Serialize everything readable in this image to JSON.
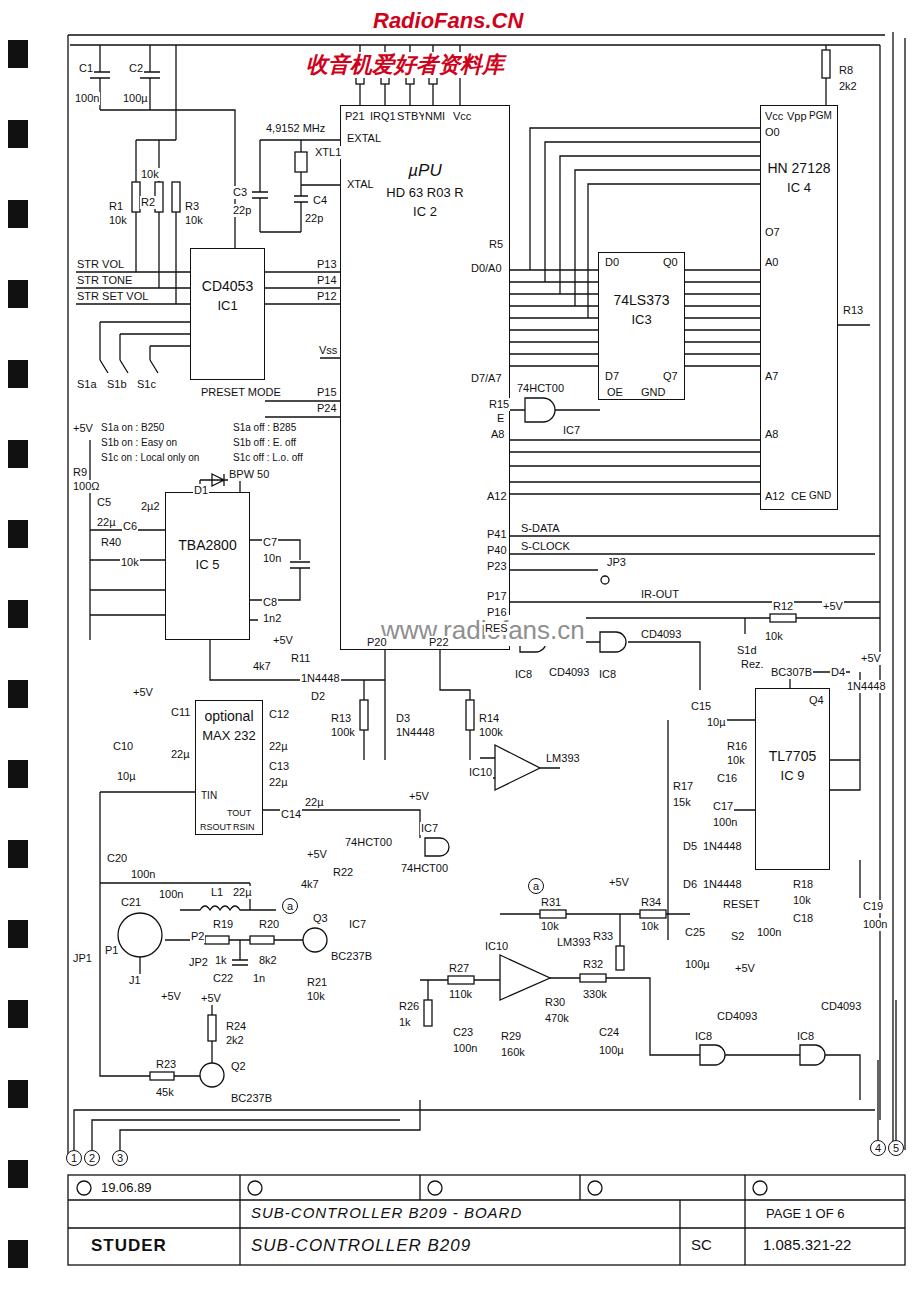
{
  "diagram": {
    "nodes": [
      {
        "text": [
          "µPU",
          "HD 63 R03 R",
          "IC 2"
        ]
      },
      {
        "text": [
          "CD4053",
          "IC1"
        ]
      },
      {
        "text": [
          "74LS373",
          "IC3"
        ]
      },
      {
        "text": [
          "HN 27128",
          "IC 4"
        ]
      },
      {
        "text": [
          "TBA2800",
          "IC 5"
        ]
      },
      {
        "text": [
          "optional",
          "MAX 232"
        ]
      },
      {
        "text": [
          "TL7705",
          "IC 9"
        ]
      }
    ],
    "edges": [
      {
        "from": 1,
        "to": 0,
        "arrow": "none"
      },
      {
        "from": 0,
        "to": 2,
        "arrow": "none"
      },
      {
        "from": 2,
        "to": 3,
        "arrow": "none"
      },
      {
        "from": 0,
        "to": 3,
        "arrow": "none"
      }
    ],
    "labels": [
      "RadioFans.CN",
      "收音机爱好者资料库",
      "www.radiofans.cn",
      "C1",
      "100n",
      "C2",
      "100µ",
      "4,9152 MHz",
      "XTL1",
      "C3",
      "22p",
      "C4",
      "22p",
      "EXTAL",
      "XTAL",
      "P21",
      "IRQ1",
      "STBY",
      "NMI",
      "Vcc",
      "R1",
      "10k",
      "R2",
      "10k",
      "R3",
      "10k",
      "STR VOL",
      "STR TONE",
      "STR SET VOL",
      "P13",
      "P14",
      "P12",
      "Vss",
      "S1a",
      "S1b",
      "S1c",
      "PRESET MODE",
      "P15",
      "P24",
      "+5V",
      "S1a on : B250",
      "S1b on : Easy on",
      "S1c on : Local only on",
      "S1a off : B285",
      "S1b off : E. off",
      "S1c off : L.o. off",
      "BPW 50",
      "D1",
      "R9",
      "100Ω",
      "C5",
      "22µ",
      "C6",
      "2µ2",
      "R40",
      "10k",
      "C7",
      "10n",
      "C8",
      "1n2",
      "+5V",
      "R11",
      "4k7",
      "1N4448",
      "D2",
      "P20",
      "P22",
      "R13",
      "100k",
      "D3",
      "1N4448",
      "R14",
      "100k",
      "R5",
      "D0/A0",
      "D7/A7",
      "R15",
      "E",
      "A8",
      "A12",
      "P41",
      "P40",
      "P23",
      "P17",
      "P16",
      "RES",
      "S-DATA",
      "S-CLOCK",
      "JP3",
      "IR-OUT",
      "74HCT00",
      "IC7",
      "D0",
      "D7",
      "Q0",
      "Q7",
      "OE",
      "GND",
      "R8",
      "2k2",
      "Vcc",
      "Vpp",
      "PGM",
      "O0",
      "O7",
      "A0",
      "A7",
      "A8",
      "A12",
      "CE",
      "GND",
      "R13",
      "IC8",
      "CD4093",
      "IC8",
      "CD4093",
      "R12",
      "10k",
      "+5V",
      "S1d",
      "Rez.",
      "BC307B",
      "Q4",
      "D4",
      "1N4448",
      "+5V",
      "C15",
      "10µ",
      "R16",
      "10k",
      "C16",
      "C17",
      "100n",
      "R17",
      "15k",
      "D5",
      "1N4448",
      "D6",
      "1N4448",
      "RESET",
      "S2",
      "R18",
      "10k",
      "C18",
      "100n",
      "C19",
      "100n",
      "C11",
      "22µ",
      "+5V",
      "C12",
      "22µ",
      "C13",
      "22µ",
      "C10",
      "10µ",
      "TIN",
      "TOUT",
      "RSOUT",
      "RSIN",
      "C14",
      "22µ",
      "IC10",
      "LM393",
      "+5V",
      "IC7",
      "74HCT00",
      "C20",
      "100n",
      "C21",
      "100n",
      "L1",
      "22µ",
      "P1",
      "P2",
      "JP1",
      "J1",
      "JP2",
      "+5V",
      "R19",
      "1k",
      "R20",
      "8k2",
      "C22",
      "1n",
      "R21",
      "10k",
      "Q3",
      "BC237B",
      "+5V",
      "R22",
      "4k7",
      "IC7",
      "74HCT00",
      "+5V",
      "R24",
      "2k2",
      "R23",
      "45k",
      "Q2",
      "BC237B",
      "a",
      "R31",
      "10k",
      "+5V",
      "R33",
      "R34",
      "10k",
      "a",
      "R32",
      "330k",
      "R27",
      "110k",
      "R30",
      "470k",
      "R29",
      "160k",
      "R26",
      "1k",
      "C23",
      "100n",
      "C24",
      "100µ",
      "C25",
      "100µ",
      "IC10",
      "LM393",
      "+5V",
      "IC8",
      "CD4093",
      "IC8",
      "CD4093",
      "1",
      "2",
      "3",
      "4",
      "5",
      "19.06.89",
      "SUB-CONTROLLER B209 - BOARD",
      "PAGE 1 OF 6",
      "STUDER",
      "SUB-CONTROLLER B209",
      "SC",
      "1.085.321-22"
    ]
  }
}
